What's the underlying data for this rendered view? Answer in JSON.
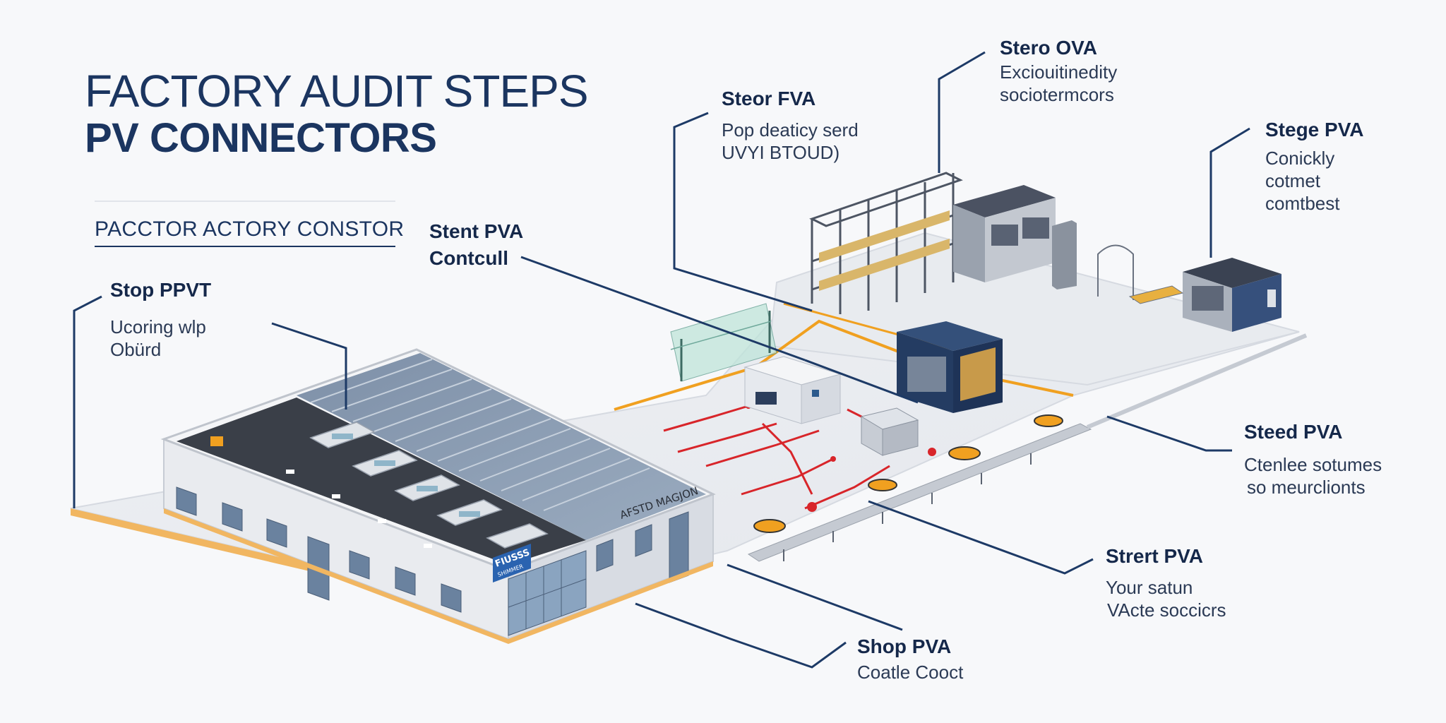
{
  "header": {
    "title_line1": "FACTORY AUDIT STEPS",
    "title_line2": "PV CONNECTORS",
    "subtitle": "PACCTOR ACTORY CONSTOR"
  },
  "building": {
    "facade_sign": "AFSTD MAGJON",
    "badge_line1": "FIUSSS",
    "badge_line2": "SHIMMER"
  },
  "callouts": [
    {
      "id": "stop-ppvt",
      "title": "Stop PPVT",
      "body": [
        "Ucoring wlp",
        "Obürd"
      ]
    },
    {
      "id": "stent-pva",
      "title": "Stent PVA",
      "body": [
        "Contcull"
      ]
    },
    {
      "id": "steor-fva",
      "title": "Steor FVA",
      "body": [
        "Pop deaticy serd",
        "UVYI BTOUD)"
      ]
    },
    {
      "id": "stero-ova",
      "title": "Stero OVA",
      "body": [
        "Exciouitinedity",
        "sociotermcors"
      ]
    },
    {
      "id": "stege-pva",
      "title": "Stege PVA",
      "body": [
        "Conickly",
        "cotmet",
        "comtbest"
      ]
    },
    {
      "id": "steed-pva",
      "title": "Steed PVA",
      "body": [
        "Ctenlee sotumes",
        "so meurclionts"
      ]
    },
    {
      "id": "strert-pva",
      "title": "Strert PVA",
      "body": [
        "Your satun",
        "VActe soccicrs"
      ]
    },
    {
      "id": "shop-pva",
      "title": "Shop PVA",
      "body": [
        "Coatle Cooct"
      ]
    }
  ],
  "colors": {
    "navy": "#1b3560",
    "line": "#1d3a66",
    "orange": "#f0a020",
    "red": "#d8252a",
    "roof": "#8496ad",
    "wall": "#e9ebef"
  }
}
